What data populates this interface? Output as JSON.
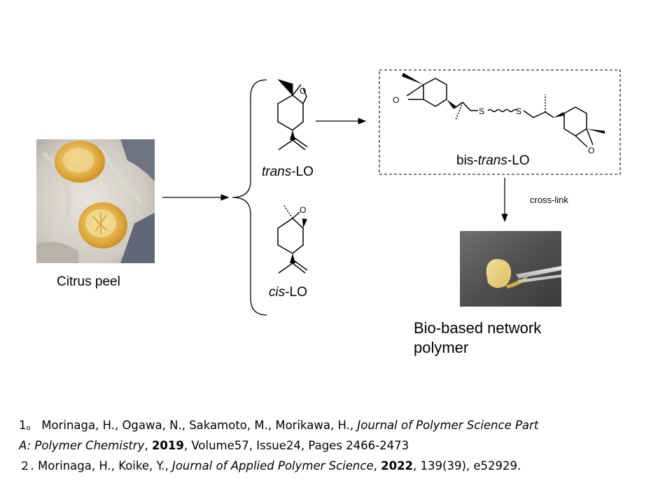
{
  "figure": {
    "source": {
      "caption": "Citrus peel",
      "photo": "citrus-peel-photo"
    },
    "isomers": [
      {
        "prefix": "trans",
        "suffix": "-LO",
        "oxygen_label": "O"
      },
      {
        "prefix": "cis",
        "suffix": "-LO",
        "oxygen_label": "O"
      }
    ],
    "dimer": {
      "prefix": "bis-",
      "italic": "trans",
      "suffix": "-LO",
      "sulfur_label": "S",
      "oxygen_label": "O"
    },
    "step_label": "cross-link",
    "product": {
      "caption_line1": "Bio-based network",
      "caption_line2": "polymer",
      "photo": "polymer-film-photo"
    }
  },
  "references": [
    {
      "marker": "1。",
      "authors": "Morinaga, H., Ogawa, N., Sakamoto, M., Morikawa, H.,",
      "journal_line1": "Journal of Polymer Science Part",
      "journal_line2": "A: Polymer Chemistry",
      "year": "2019",
      "details": ", Volume57, Issue24, Pages 2466-2473"
    },
    {
      "marker": "２.",
      "authors": "Morinaga, H., Koike, Y.,",
      "journal": "Journal of Applied Polymer Science",
      "year": "2022",
      "details": ", 139(39), e52929."
    }
  ]
}
